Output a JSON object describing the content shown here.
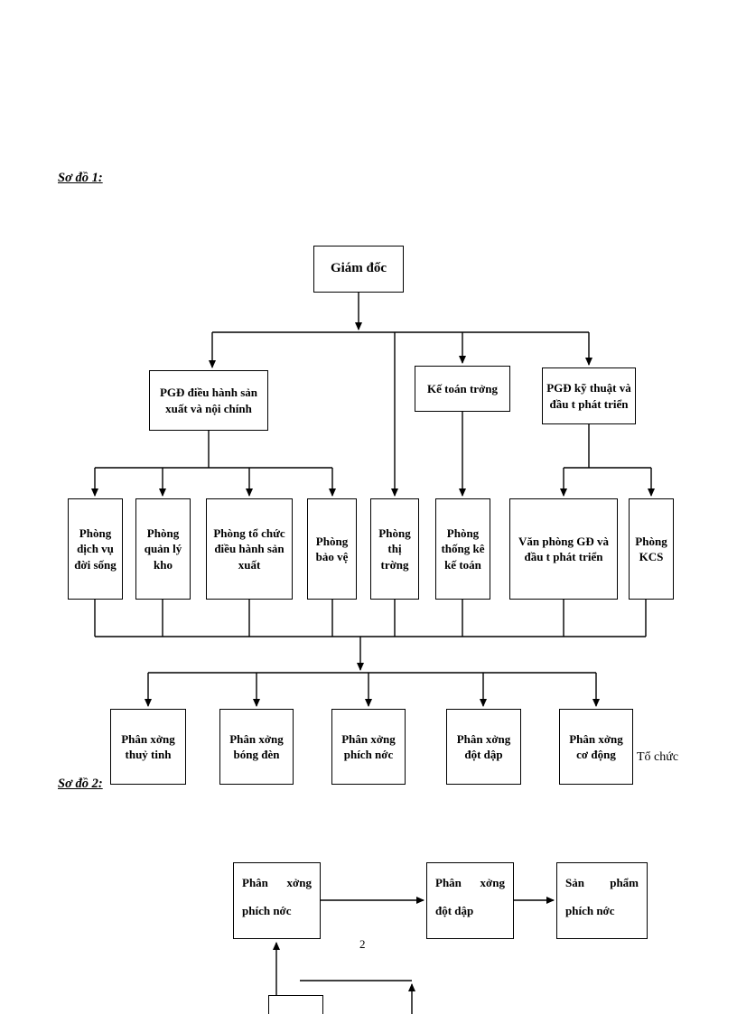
{
  "colors": {
    "ink": "#000000",
    "paper": "#ffffff"
  },
  "page": {
    "number": "2"
  },
  "headings": {
    "diagram1": "Sơ đồ 1:",
    "diagram2": "Sơ đồ 2:"
  },
  "org_chart": {
    "root": "Giám đốc",
    "managers": [
      "PGĐ điều hành sản\nxuất và nội chính",
      "Kế toán trởng",
      "PGĐ kỹ thuật và\nđầu t phát triển"
    ],
    "departments": [
      "Phòng\ndịch vụ\nđời sống",
      "Phòng\nquản lý\nkho",
      "Phòng tổ chức\nđiều hành sản\nxuất",
      "Phòng\nbảo vệ",
      "Phòng\nthị\ntrờng",
      "Phòng\nthống kê\nkế toán",
      "Văn phòng GĐ và\nđầu t phát triển",
      "Phòng\nKCS"
    ],
    "workshops": [
      "Phân xởng\nthuỷ tinh",
      "Phân xởng\nbóng đèn",
      "Phân xởng\nphích nớc",
      "Phân xởng\nđột dập",
      "Phân xởng\ncơ động"
    ],
    "side_note": "Tổ chức"
  },
  "process_chart": {
    "boxes": [
      {
        "line1": "Phân xởng",
        "line2": "phích nớc"
      },
      {
        "line1": "Phân xởng",
        "line2": "đột dập"
      },
      {
        "line1": "Sản phẩm",
        "line2": "phích nớc"
      }
    ]
  }
}
